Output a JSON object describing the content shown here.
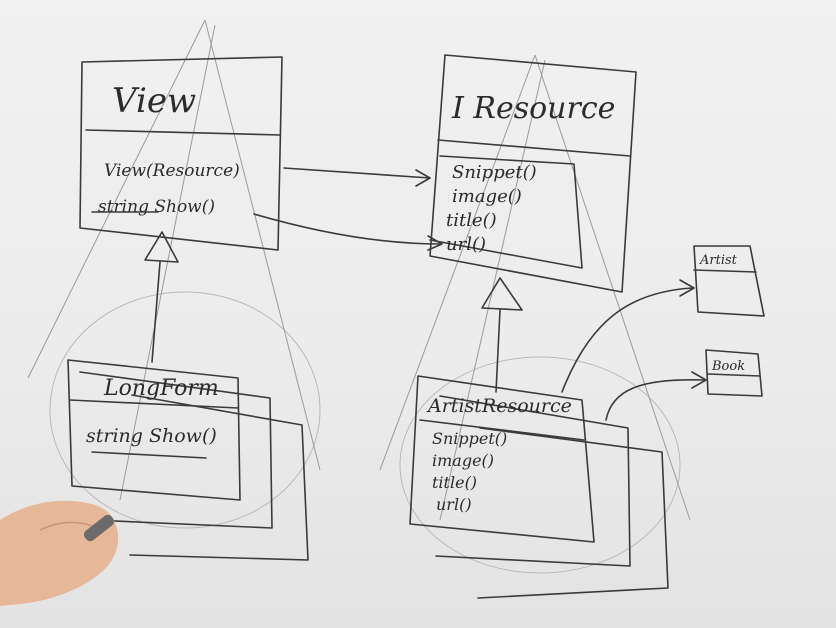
{
  "whiteboard": {
    "view_box": {
      "title": "View",
      "methods": [
        "View(Resource)",
        "string Show()"
      ]
    },
    "iresource_box": {
      "title": "I Resource",
      "methods": [
        "Snippet()",
        "image()",
        "title()",
        "url()"
      ]
    },
    "longform_box": {
      "title": "LongForm",
      "methods": [
        "string Show()"
      ]
    },
    "artistresource_box": {
      "title": "ArtistResource",
      "methods": [
        "Snippet()",
        "image()",
        "title()",
        "url()"
      ]
    },
    "artist_box": {
      "title": "Artist"
    },
    "book_box": {
      "title": "Book"
    }
  },
  "colors": {
    "board": "#ececec",
    "ink": "#2b2b2b",
    "guide_lines": "#9a9a9a",
    "hand": "#e7b79a"
  }
}
